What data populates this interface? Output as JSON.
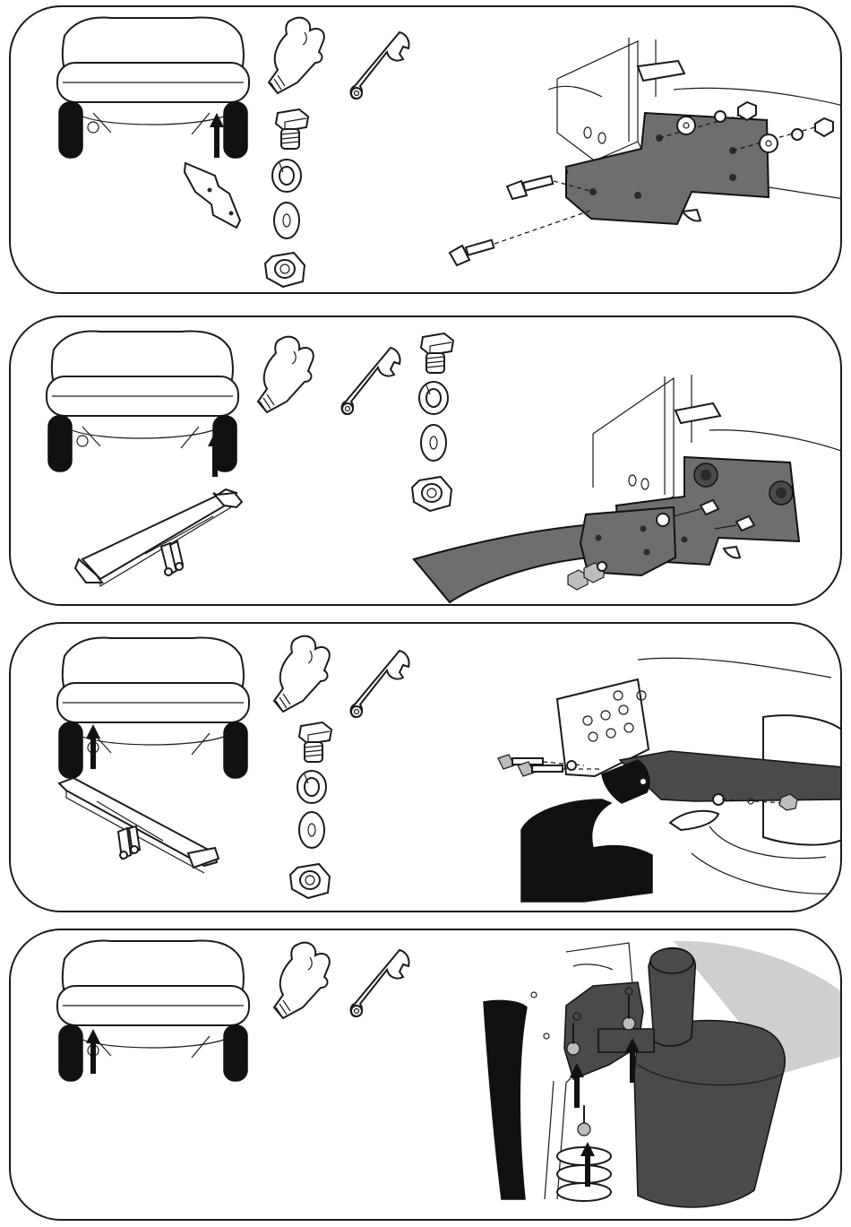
{
  "steps": [
    {
      "id": 1,
      "tools": [
        "glove-icon",
        "wrench-icon"
      ],
      "hardware": [
        "bolt-icon",
        "lock-washer-icon",
        "flat-washer-icon",
        "nut-icon"
      ]
    },
    {
      "id": 2,
      "tools": [
        "glove-icon",
        "wrench-icon"
      ],
      "hardware": [
        "bolt-icon",
        "lock-washer-icon",
        "flat-washer-icon",
        "nut-icon"
      ]
    },
    {
      "id": 3,
      "tools": [
        "glove-icon",
        "wrench-icon"
      ],
      "hardware": [
        "bolt-icon",
        "lock-washer-icon",
        "flat-washer-icon",
        "nut-icon"
      ]
    },
    {
      "id": 4,
      "tools": [
        "glove-icon",
        "wrench-icon"
      ],
      "hardware": []
    }
  ],
  "colors": {
    "outline": "#1a1a1a",
    "plate": "#6e6e6e",
    "dark_part": "#4a4a4a",
    "background": "#ffffff"
  }
}
